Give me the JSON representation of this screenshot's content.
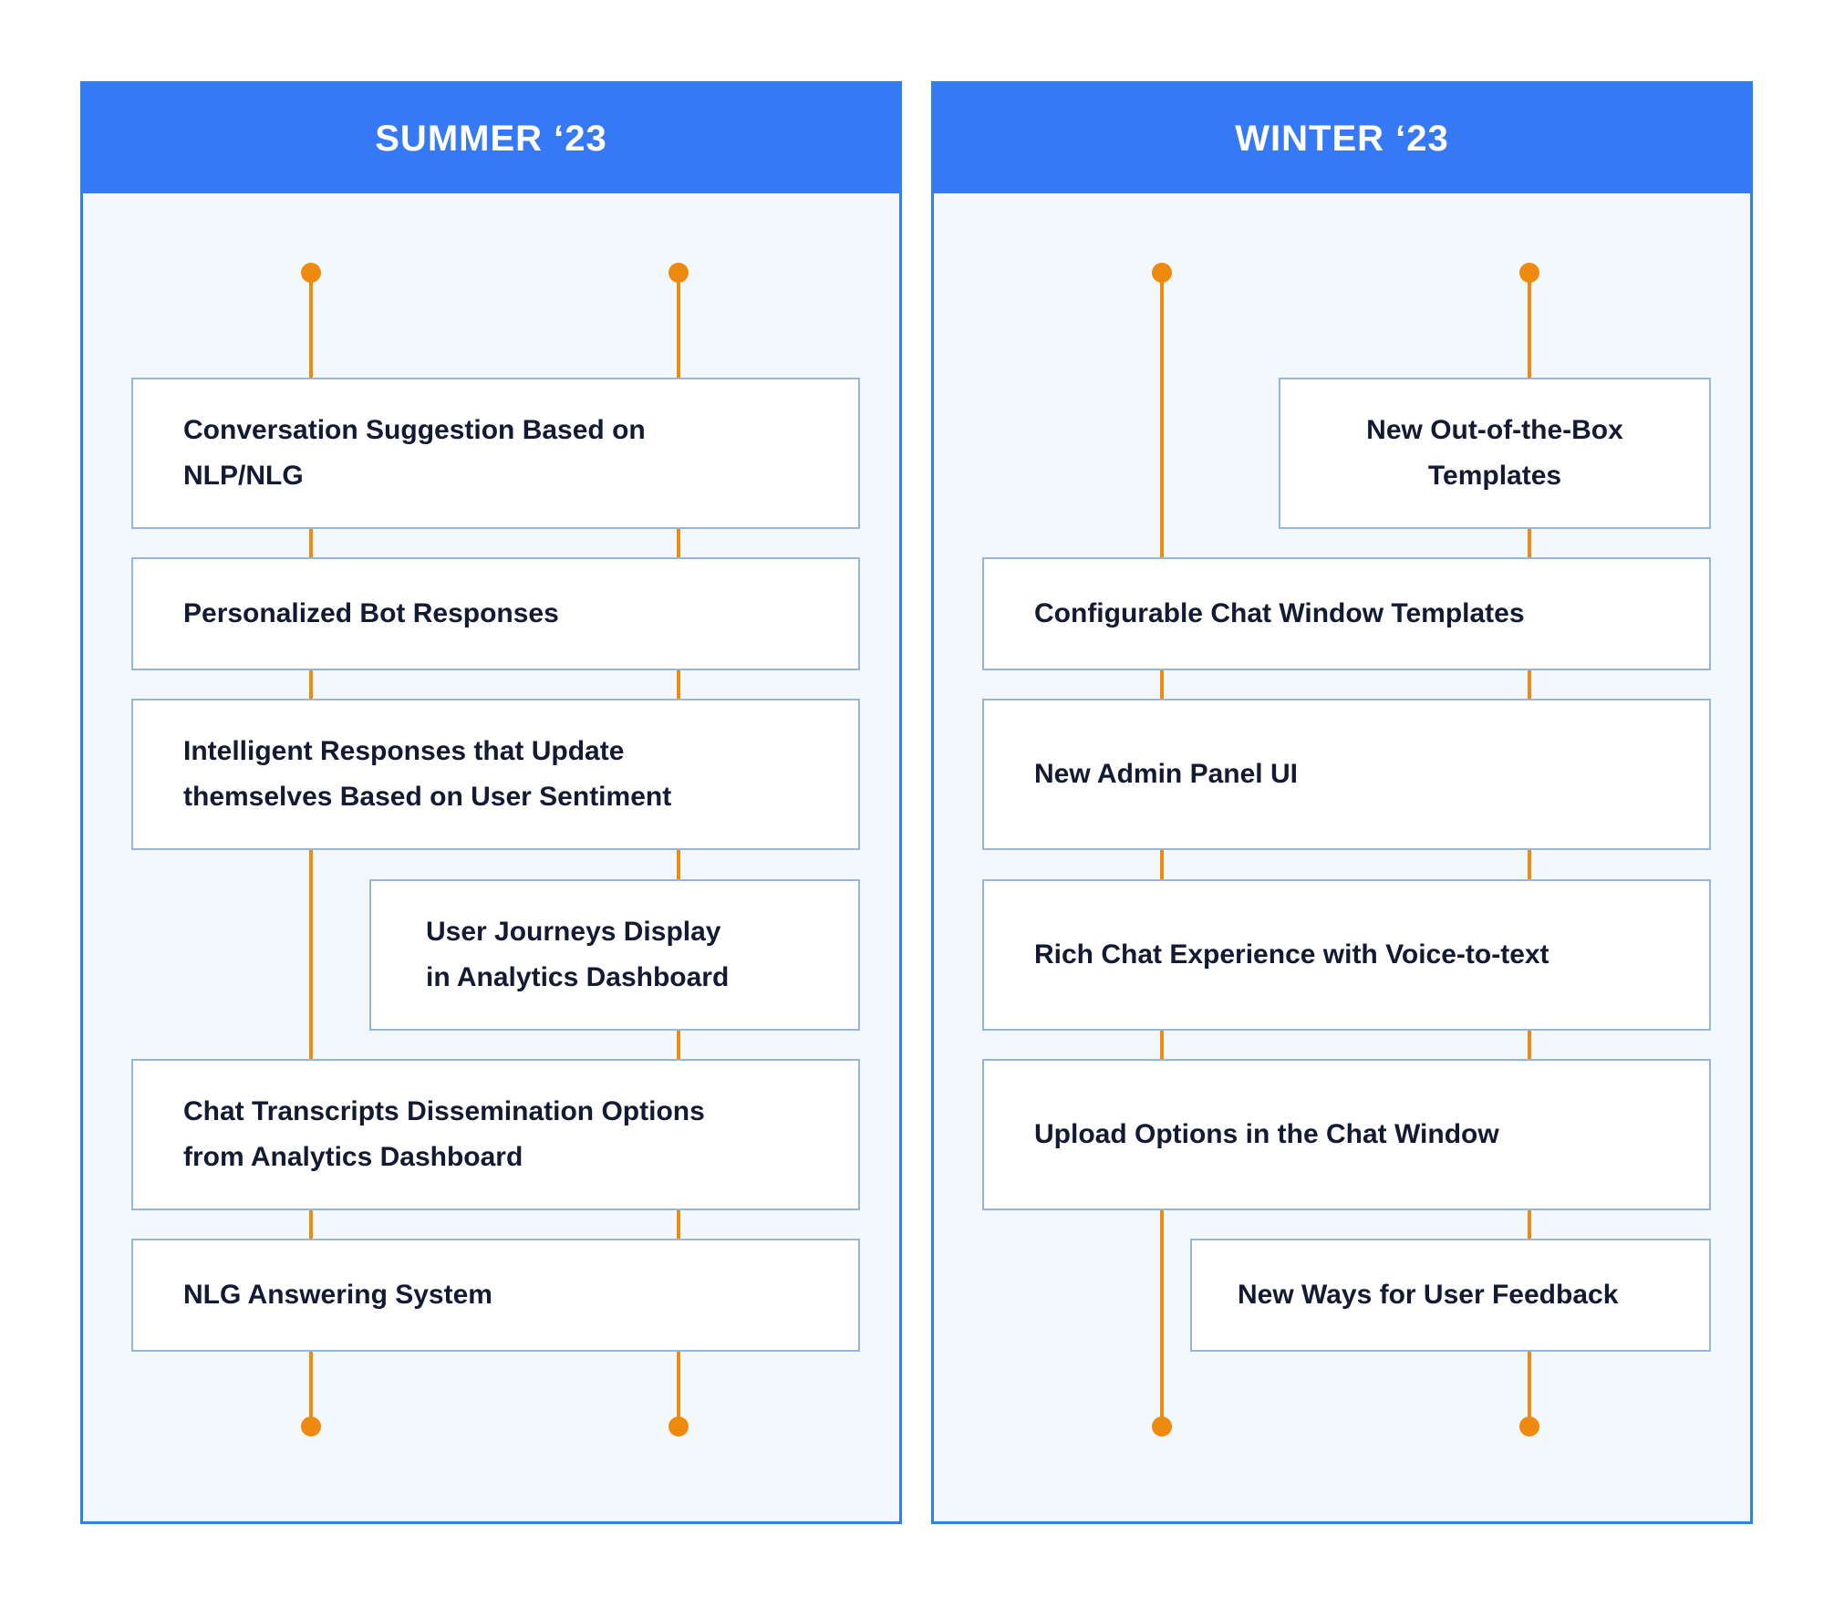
{
  "panels": [
    {
      "title": "SUMMER ‘23",
      "items": [
        "Conversation Suggestion Based on\nNLP/NLG",
        "Personalized Bot Responses",
        "Intelligent Responses that Update\nthemselves Based on User Sentiment",
        "User Journeys Display\nin Analytics Dashboard",
        "Chat Transcripts Dissemination Options\nfrom Analytics Dashboard",
        "NLG Answering System"
      ]
    },
    {
      "title": "WINTER ‘23",
      "items": [
        "New Out-of-the-Box\nTemplates",
        "Configurable Chat Window Templates",
        "New Admin Panel UI",
        "Rich Chat Experience with Voice-to-text",
        "Upload Options in the Chat Window",
        "New Ways for User Feedback"
      ]
    }
  ],
  "colors": {
    "header": "#3579f6",
    "panel_border": "#2f80e8",
    "panel_bg": "#f2f8fc",
    "connector": "#ef8a11",
    "card_border": "#97b5d6",
    "text": "#131a33"
  }
}
